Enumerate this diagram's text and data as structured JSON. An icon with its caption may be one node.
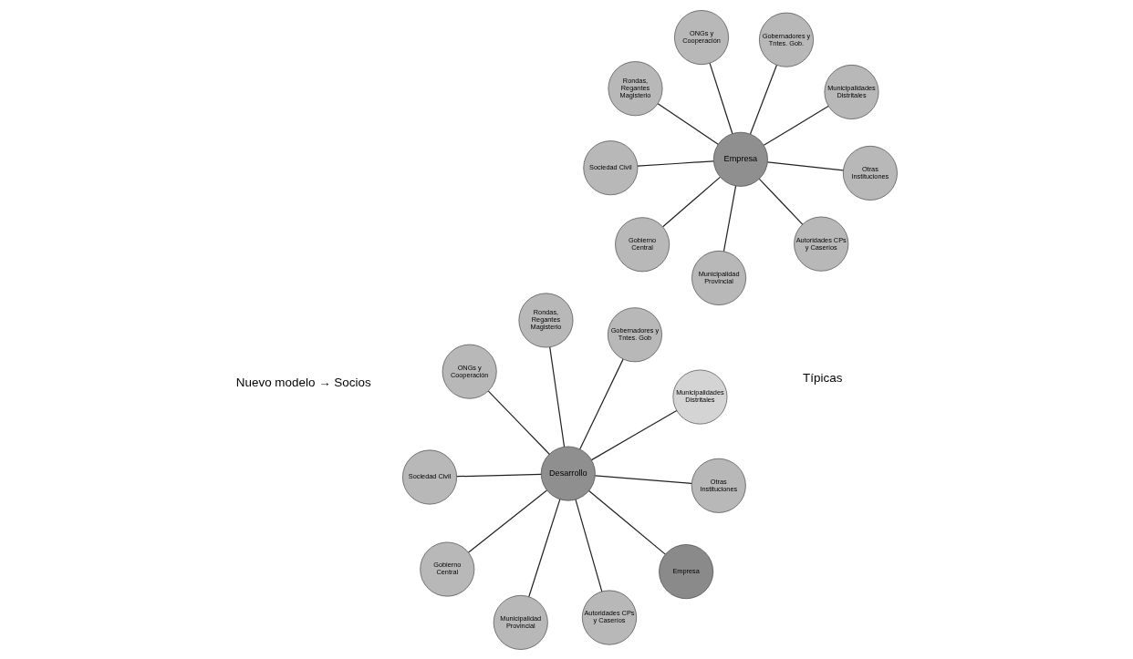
{
  "diagram": {
    "nodes": [
      {
        "text": [
          "Empresa"
        ]
      },
      {
        "text": [
          "Municipalidades Distritales"
        ]
      },
      {
        "text": [
          "Municipalidad Provincial"
        ]
      },
      {
        "text": [
          "ONGs y Cooperación"
        ]
      },
      {
        "text": [
          "Gobernadores y Tntes. Gob."
        ]
      },
      {
        "text": [
          "Rondas, Regantes Magisterio"
        ]
      },
      {
        "text": [
          "Sociedad Civil"
        ]
      },
      {
        "text": [
          "Otras Instituciones"
        ]
      },
      {
        "text": [
          "Gobierno Central"
        ]
      },
      {
        "text": [
          "Autoridades CPs y Caseríos"
        ]
      },
      {
        "text": [
          "Desarrollo"
        ]
      },
      {
        "text": [
          "Municipalidades Distritales"
        ]
      },
      {
        "text": [
          "Municipalidad Provincial"
        ]
      },
      {
        "text": [
          "ONGs y Cooperación"
        ]
      },
      {
        "text": [
          "Gobernadores y Tntes. Gob"
        ]
      },
      {
        "text": [
          "Rondas, Regantes Magisterio"
        ]
      },
      {
        "text": [
          "Sociedad Civil"
        ]
      },
      {
        "text": [
          "Otras Instituciones"
        ]
      },
      {
        "text": [
          "Gobierno Central"
        ]
      },
      {
        "text": [
          "Empresa"
        ]
      },
      {
        "text": [
          "Autoridades CPs y Caseríos"
        ]
      }
    ],
    "edges": [
      {
        "from": 0,
        "to": 1,
        "arrow": "none"
      },
      {
        "from": 0,
        "to": 2,
        "arrow": "none"
      },
      {
        "from": 0,
        "to": 3,
        "arrow": "none"
      },
      {
        "from": 0,
        "to": 4,
        "arrow": "none"
      },
      {
        "from": 0,
        "to": 5,
        "arrow": "none"
      },
      {
        "from": 0,
        "to": 6,
        "arrow": "none"
      },
      {
        "from": 0,
        "to": 7,
        "arrow": "none"
      },
      {
        "from": 0,
        "to": 8,
        "arrow": "none"
      },
      {
        "from": 0,
        "to": 9,
        "arrow": "none"
      },
      {
        "from": 10,
        "to": 11,
        "arrow": "none"
      },
      {
        "from": 10,
        "to": 12,
        "arrow": "none"
      },
      {
        "from": 10,
        "to": 13,
        "arrow": "none"
      },
      {
        "from": 10,
        "to": 14,
        "arrow": "none"
      },
      {
        "from": 10,
        "to": 15,
        "arrow": "none"
      },
      {
        "from": 10,
        "to": 16,
        "arrow": "none"
      },
      {
        "from": 10,
        "to": 17,
        "arrow": "none"
      },
      {
        "from": 10,
        "to": 18,
        "arrow": "none"
      },
      {
        "from": 10,
        "to": 19,
        "arrow": "none"
      },
      {
        "from": 10,
        "to": 20,
        "arrow": "none"
      }
    ],
    "labels": [
      "Típicas",
      "Nuevo modelo → Socios"
    ]
  }
}
